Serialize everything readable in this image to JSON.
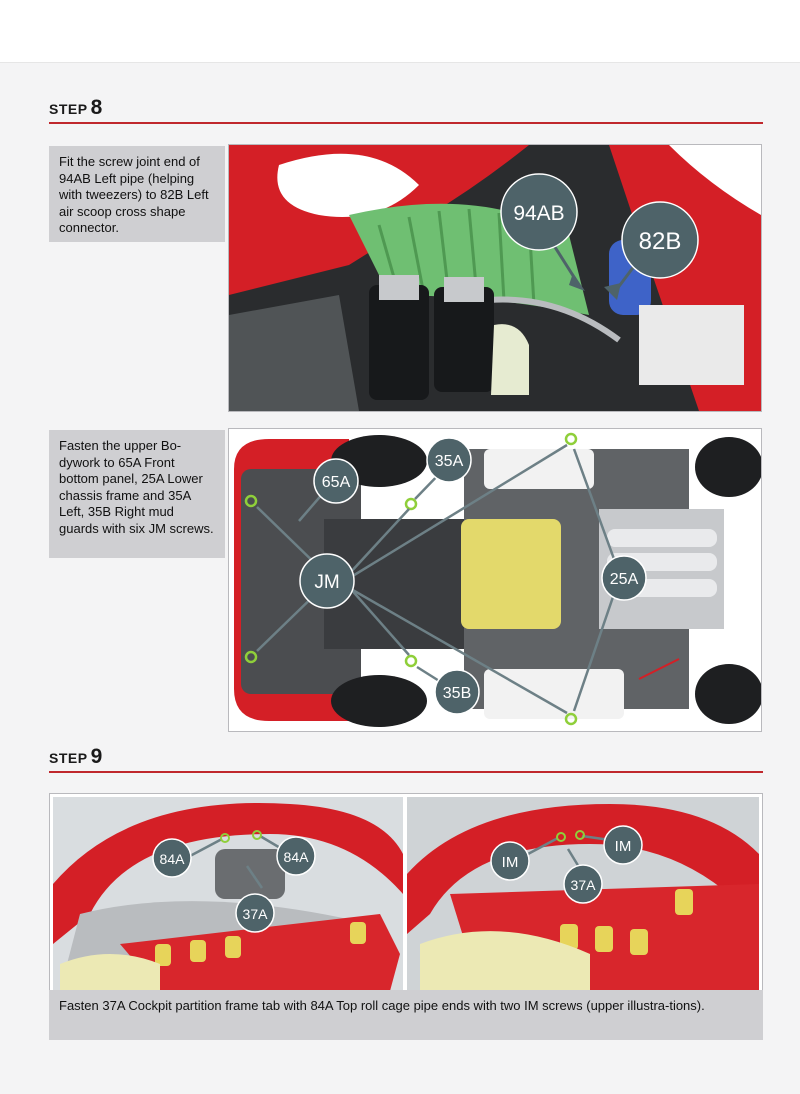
{
  "step8": {
    "word": "STEP",
    "number": "8",
    "instruction1": "Fit the screw joint end of 94AB Left pipe (helping with tweezers) to 82B Left air scoop cross shape connector.",
    "instruction2": "Fasten the upper Bo-dywork to 65A Front bottom panel, 25A Lower chassis frame and 35A Left, 35B Right mud guards with six JM screws.",
    "fig1_labels": {
      "a": "94AB",
      "b": "82B"
    },
    "fig2_labels": {
      "a": "65A",
      "b": "35A",
      "c": "JM",
      "d": "25A",
      "e": "35B"
    }
  },
  "step9": {
    "word": "STEP",
    "number": "9",
    "fig_left_labels": {
      "a": "84A",
      "b": "84A",
      "c": "37A"
    },
    "fig_right_labels": {
      "a": "IM",
      "b": "IM",
      "c": "37A"
    },
    "caption": "Fasten 37A Cockpit partition frame tab with 84A Top roll cage pipe ends with two IM screws (upper illustra-tions)."
  },
  "colors": {
    "accent": "#c0282d",
    "callout": "#4e6369",
    "box": "#cfcfd2"
  }
}
